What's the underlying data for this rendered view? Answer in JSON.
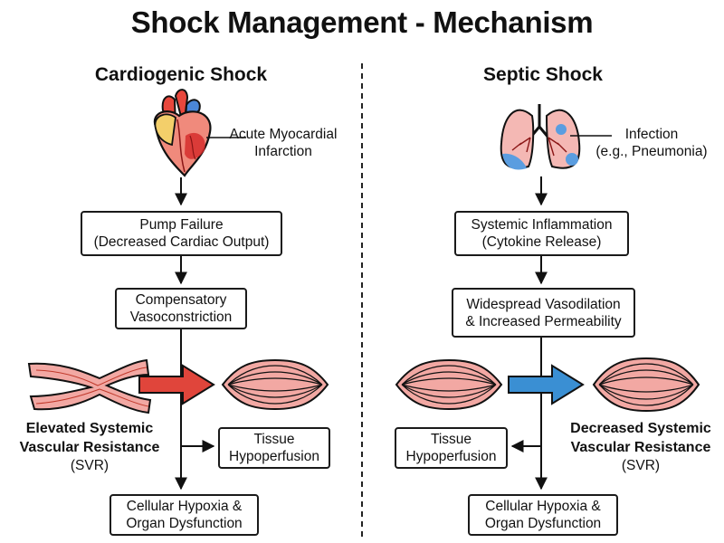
{
  "title": "Shock Management - Mechanism",
  "left": {
    "heading": "Cardiogenic Shock",
    "trigger": [
      "Acute Myocardial",
      "Infarction"
    ],
    "step1": [
      "Pump Failure",
      "(Decreased Cardiac Output)"
    ],
    "step2": [
      "Compensatory",
      "Vasoconstriction"
    ],
    "svr": [
      "Elevated Systemic",
      "Vascular Resistance",
      "(SVR)"
    ],
    "side": [
      "Tissue",
      "Hypoperfusion"
    ],
    "outcome": [
      "Cellular Hypoxia &",
      "Organ Dysfunction"
    ]
  },
  "right": {
    "heading": "Septic Shock",
    "trigger": [
      "Infection",
      "(e.g., Pneumonia)"
    ],
    "step1": [
      "Systemic Inflammation",
      "(Cytokine Release)"
    ],
    "step2": [
      "Widespread Vasodilation",
      "& Increased Permeability"
    ],
    "svr": [
      "Decreased Systemic",
      "Vascular Resistance",
      "(SVR)"
    ],
    "side": [
      "Tissue",
      "Hypoperfusion"
    ],
    "outcome": [
      "Cellular Hypoxia &",
      "Organ Dysfunction"
    ]
  },
  "colors": {
    "red_arrow": "#e0453b",
    "blue_arrow": "#3a8fd3",
    "vessel_fill": "#f2a8a3",
    "lung_fill": "#f4b8b4",
    "infection_blue": "#5a9de0"
  }
}
